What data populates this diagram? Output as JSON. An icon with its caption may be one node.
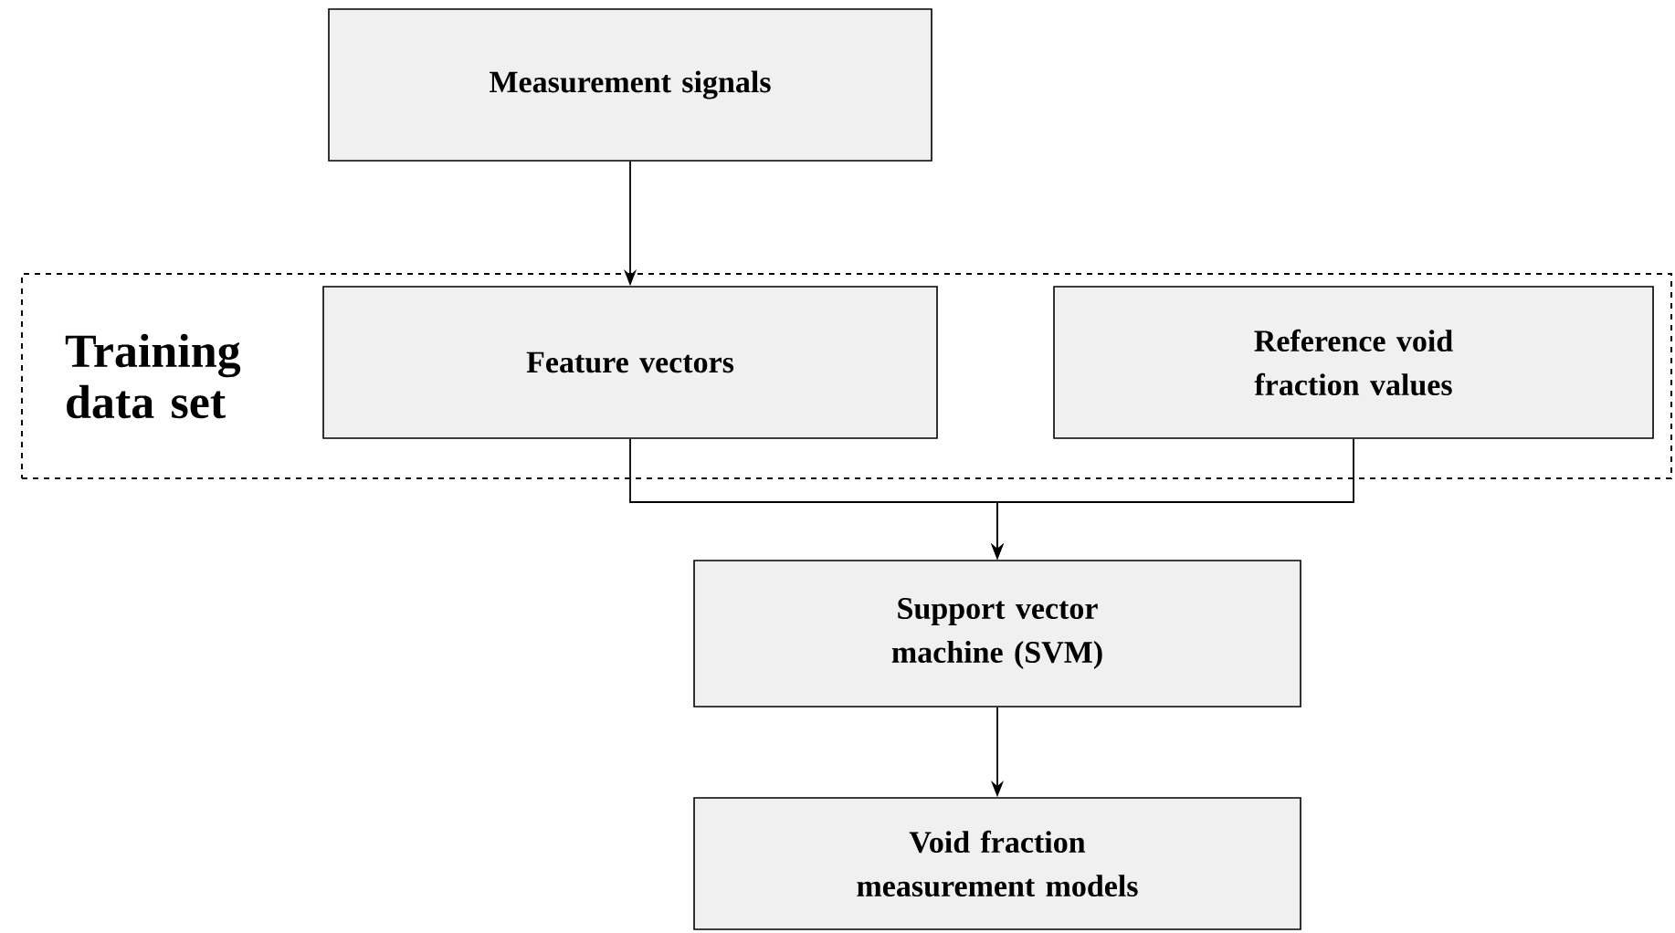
{
  "diagram": {
    "nodes": [
      {
        "text": [
          "Measurement signals"
        ]
      },
      {
        "text": [
          "Training data set"
        ]
      },
      {
        "text": [
          "Feature vectors"
        ],
        "in": 1
      },
      {
        "text": [
          "Reference void fraction values"
        ],
        "in": 1
      },
      {
        "text": [
          "Support vector machine (SVM)"
        ]
      },
      {
        "text": [
          "Void fraction measurement models"
        ]
      }
    ],
    "edges": [
      {
        "from": 0,
        "to": 2,
        "arrow": "to"
      },
      {
        "from": 2,
        "to": 4,
        "arrow": "to"
      },
      {
        "from": 3,
        "to": 4,
        "arrow": "to"
      },
      {
        "from": 4,
        "to": 5,
        "arrow": "to"
      }
    ]
  }
}
